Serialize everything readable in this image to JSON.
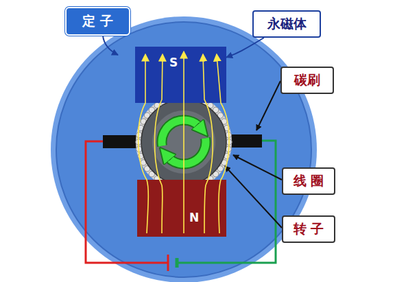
{
  "diagram": {
    "nodes": [
      {
        "text": [
          "定 子"
        ]
      },
      {
        "text": [
          "永磁体"
        ]
      },
      {
        "text": [
          "S"
        ]
      },
      {
        "text": [
          "碳刷"
        ]
      },
      {
        "text": [
          "线 圈"
        ]
      },
      {
        "text": [
          "N"
        ]
      },
      {
        "text": [
          "转 子"
        ]
      }
    ],
    "edges": [
      {
        "from": 1,
        "to": 2,
        "arrow": "to"
      }
    ]
  }
}
